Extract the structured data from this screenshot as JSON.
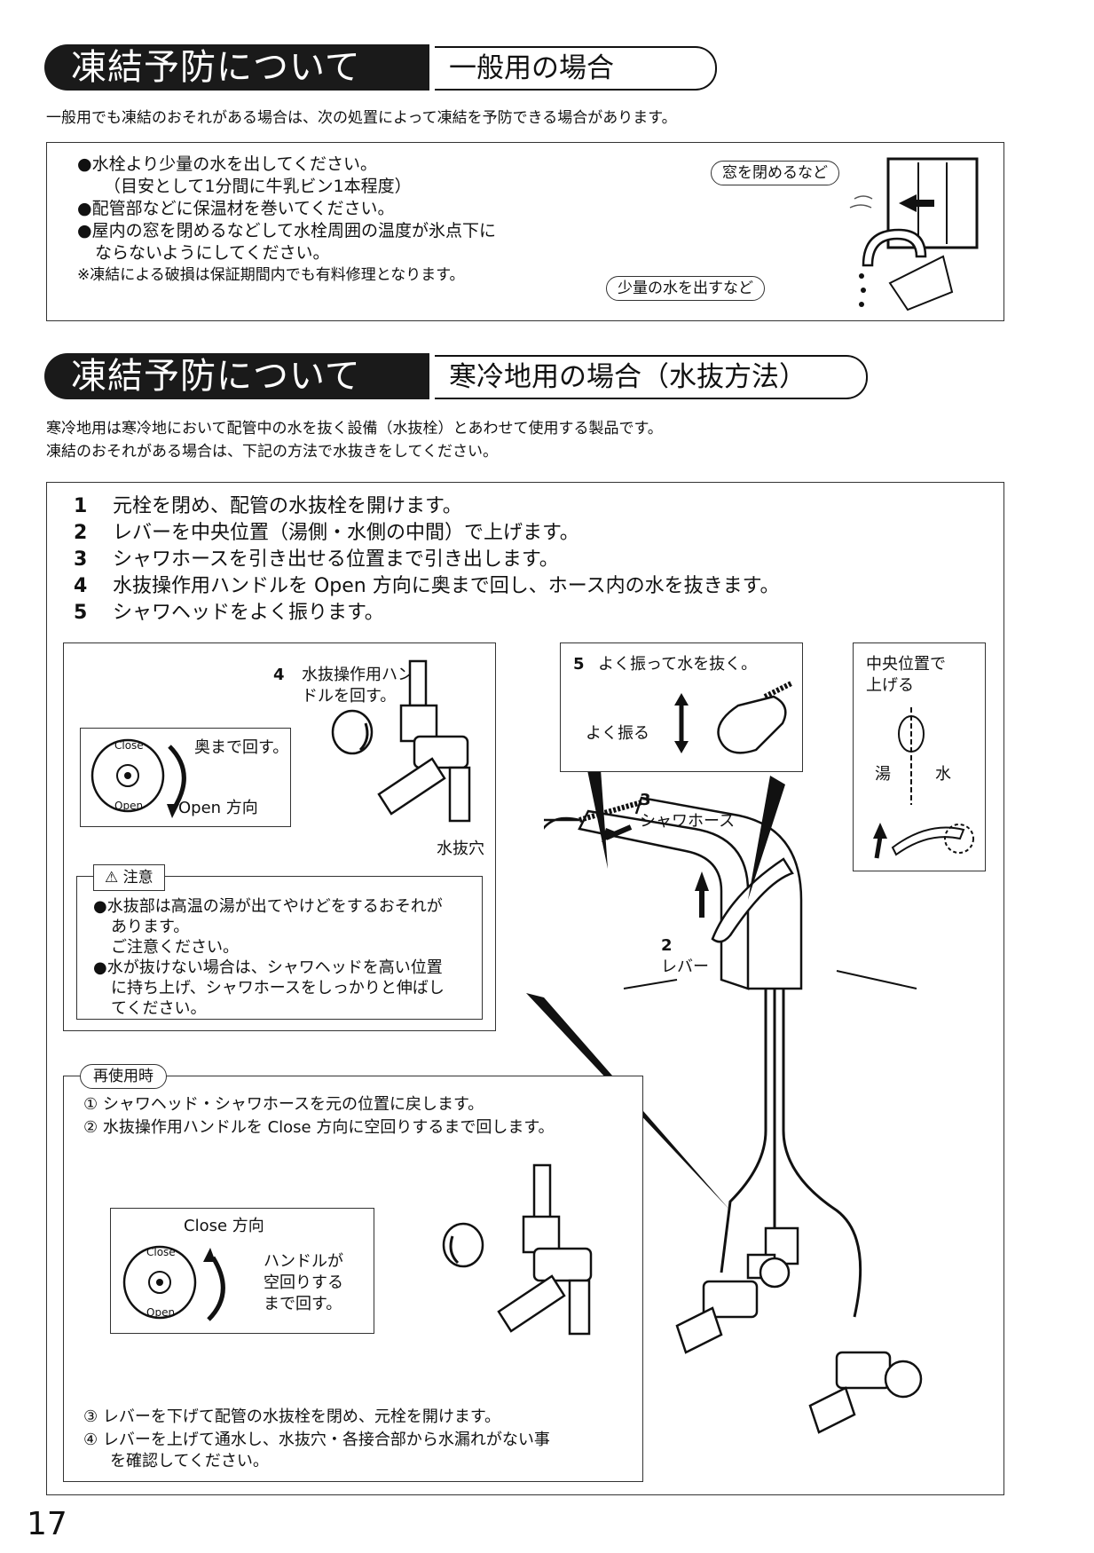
{
  "section1": {
    "title": "凍結予防について",
    "subtitle": "一般用の場合",
    "intro": "一般用でも凍結のおそれがある場合は、次の処置によって凍結を予防できる場合があります。",
    "bullets": [
      "●水栓より少量の水を出してください。",
      "（目安として1分間に牛乳ビン1本程度）",
      "●配管部などに保温材を巻いてください。",
      "●屋内の窓を閉めるなどして水栓周囲の温度が氷点下に",
      "ならないようにしてください。",
      "※凍結による破損は保証期間内でも有料修理となります。"
    ],
    "tag_window": "窓を閉めるなど",
    "tag_water": "少量の水を出すなど"
  },
  "section2": {
    "title": "凍結予防について",
    "subtitle": "寒冷地用の場合（水抜方法）",
    "intro_line1": "寒冷地用は寒冷地において配管中の水を抜く設備（水抜栓）とあわせて使用する製品です。",
    "intro_line2": "凍結のおそれがある場合は、下記の方法で水抜きをしてください。",
    "steps": [
      {
        "num": "1",
        "text": "元栓を閉め、配管の水抜栓を開けます。"
      },
      {
        "num": "2",
        "text": "レバーを中央位置（湯側・水側の中間）で上げます。"
      },
      {
        "num": "3",
        "text": "シャワホースを引き出せる位置まで引き出します。"
      },
      {
        "num": "4",
        "text": "水抜操作用ハンドルを Open 方向に奥まで回し、ホース内の水を抜きます。"
      },
      {
        "num": "5",
        "text": "シャワヘッドをよく振ります。"
      }
    ],
    "fig4_num": "4",
    "fig4_label_1": "水抜操作用ハン",
    "fig4_label_2": "ドルを回す。",
    "fig4_turn": "奥まで回す。",
    "fig4_open": "Open 方向",
    "fig4_hole": "水抜穴",
    "knob_close": "Close",
    "knob_open": "Open",
    "caution_title": "注意",
    "caution_lines": [
      "●水抜部は高温の湯が出てやけどをするおそれが",
      "あります。",
      "ご注意ください。",
      "●水が抜けない場合は、シャワヘッドを高い位置",
      "に持ち上げ、シャワホースをしっかりと伸ばし",
      "てください。"
    ],
    "fig5_num": "5",
    "fig5_label": "よく振って水を抜く。",
    "fig5_shake": "よく振る",
    "center_label_1": "中央位置で",
    "center_label_2": "上げる",
    "hot": "湯",
    "cold": "水",
    "hose_num": "3",
    "hose_label": "シャワホース",
    "lever_num": "2",
    "lever_label": "レバー",
    "reuse_title": "再使用時",
    "reuse_1": "① シャワヘッド・シャワホースを元の位置に戻します。",
    "reuse_2": "② 水抜操作用ハンドルを Close 方向に空回りするまで回します。",
    "reuse_close": "Close 方向",
    "reuse_turn_1": "ハンドルが",
    "reuse_turn_2": "空回りする",
    "reuse_turn_3": "まで回す。",
    "reuse_3": "③ レバーを下げて配管の水抜栓を閉め、元栓を開けます。",
    "reuse_4a": "④ レバーを上げて通水し、水抜穴・各接合部から水漏れがない事",
    "reuse_4b": "を確認してください。"
  },
  "page_number": "17"
}
